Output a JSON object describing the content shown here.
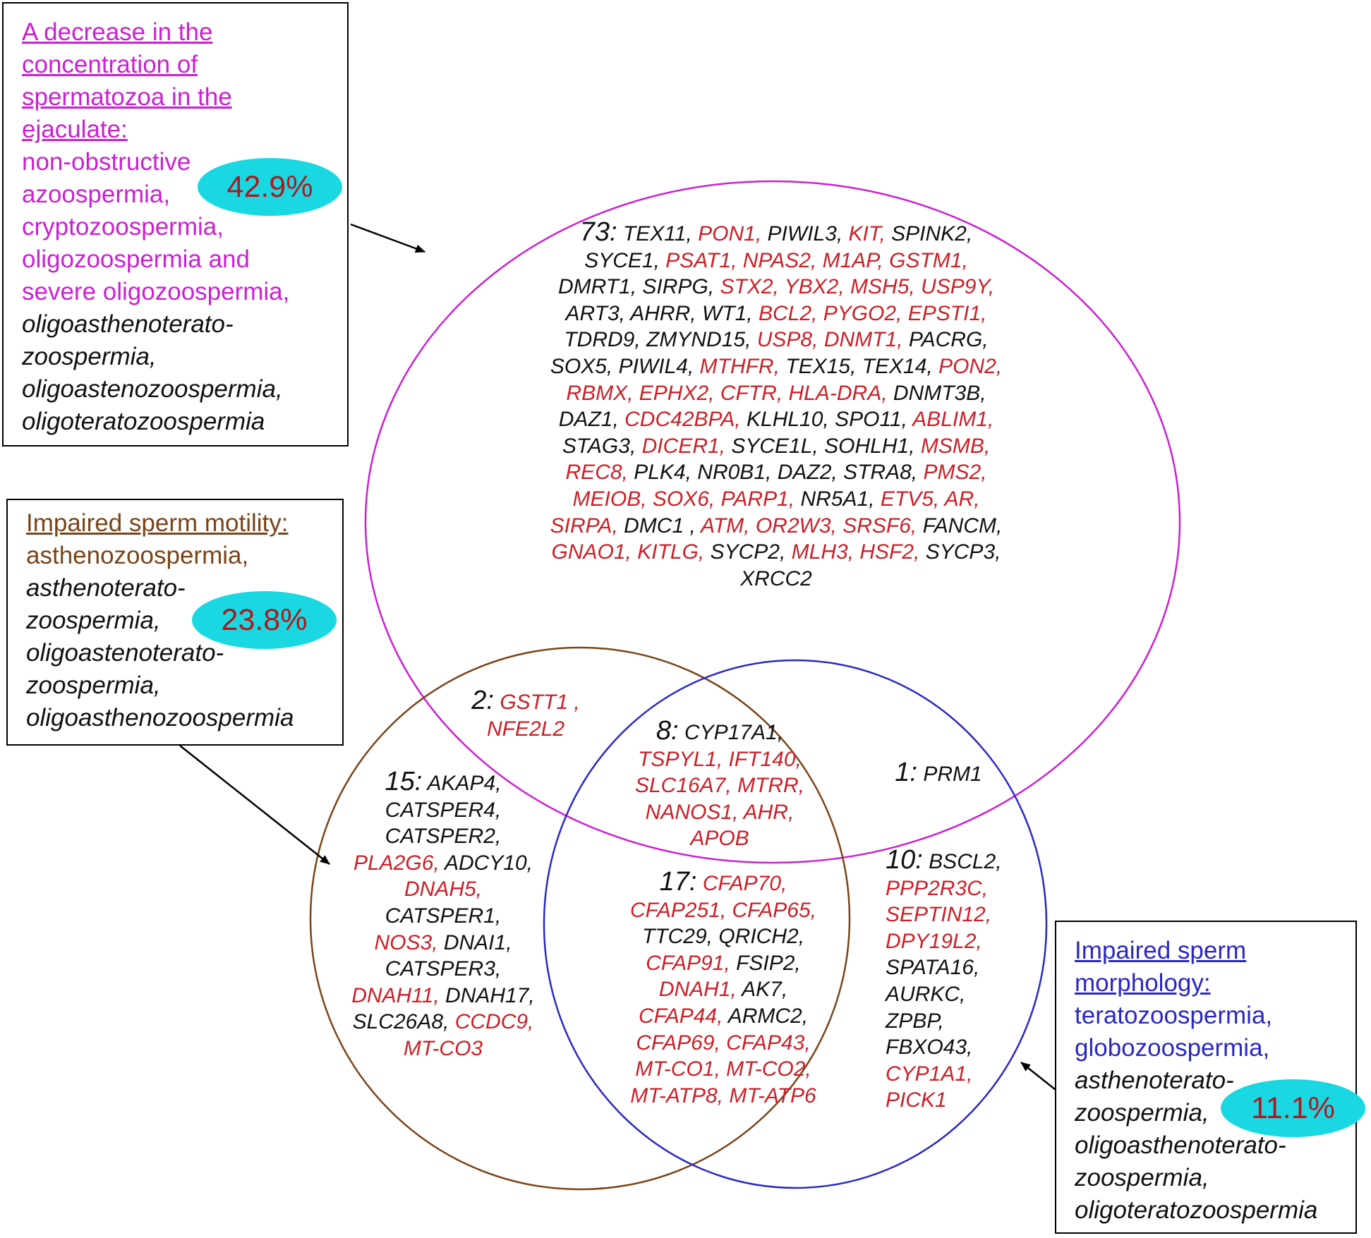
{
  "colors": {
    "magenta": "#cc1fd3",
    "brown": "#7a4418",
    "blue": "#2a28c2",
    "gene_red": "#cc1f27",
    "gene_black": "#111111",
    "badge_fill": "#19d8e2",
    "badge_text": "#b3161d"
  },
  "boxes": {
    "concentration": {
      "lines": [
        {
          "text": "A decrease in the",
          "color": "magenta",
          "italic": false,
          "underline": true
        },
        {
          "text": "concentration of",
          "color": "magenta",
          "italic": false,
          "underline": true
        },
        {
          "text": "spermatozoa in the",
          "color": "magenta",
          "italic": false,
          "underline": true
        },
        {
          "text": "ejaculate:",
          "color": "magenta",
          "italic": false,
          "underline": true
        },
        {
          "text": "non-obstructive",
          "color": "magenta",
          "italic": false,
          "underline": false
        },
        {
          "text": "azoospermia,",
          "color": "magenta",
          "italic": false,
          "underline": false
        },
        {
          "text": "cryptozoospermia,",
          "color": "magenta",
          "italic": false,
          "underline": false
        },
        {
          "text": "oligozoospermia and",
          "color": "magenta",
          "italic": false,
          "underline": false
        },
        {
          "text": "severe oligozoospermia,",
          "color": "magenta",
          "italic": false,
          "underline": false
        },
        {
          "text": "oligoasthenoterato-",
          "color": "black",
          "italic": true,
          "underline": false
        },
        {
          "text": "zoospermia,",
          "color": "black",
          "italic": true,
          "underline": false
        },
        {
          "text": "oligoastenozoospermia,",
          "color": "black",
          "italic": true,
          "underline": false
        },
        {
          "text": "oligoteratozoospermia",
          "color": "black",
          "italic": true,
          "underline": false
        }
      ],
      "percent": "42.9%"
    },
    "motility": {
      "lines": [
        {
          "text": "Impaired  sperm motility:",
          "color": "brown",
          "italic": false,
          "underline": true
        },
        {
          "text": "asthenozoospermia,",
          "color": "brown",
          "italic": false,
          "underline": false
        },
        {
          "text": "asthenoterato-",
          "color": "black",
          "italic": true,
          "underline": false
        },
        {
          "text": "zoospermia,",
          "color": "black",
          "italic": true,
          "underline": false
        },
        {
          "text": "oligoastenoterato-",
          "color": "black",
          "italic": true,
          "underline": false
        },
        {
          "text": "zoospermia,",
          "color": "black",
          "italic": true,
          "underline": false
        },
        {
          "text": "oligoasthenozoospermia",
          "color": "black",
          "italic": true,
          "underline": false
        }
      ],
      "percent": "23.8%"
    },
    "morphology": {
      "lines": [
        {
          "text": "Impaired sperm",
          "color": "blue",
          "italic": false,
          "underline": true
        },
        {
          "text": "morphology:",
          "color": "blue",
          "italic": false,
          "underline": true
        },
        {
          "text": "teratozoospermia,",
          "color": "blue",
          "italic": false,
          "underline": false
        },
        {
          "text": "globozoospermia,",
          "color": "blue",
          "italic": false,
          "underline": false
        },
        {
          "text": "asthenoterato-",
          "color": "black",
          "italic": true,
          "underline": false
        },
        {
          "text": "zoospermia,",
          "color": "black",
          "italic": true,
          "underline": false
        },
        {
          "text": "oligoasthenoterato-",
          "color": "black",
          "italic": true,
          "underline": false
        },
        {
          "text": "zoospermia,",
          "color": "black",
          "italic": true,
          "underline": false
        },
        {
          "text": "oligoteratozoospermia",
          "color": "black",
          "italic": true,
          "underline": false
        }
      ],
      "percent": "11.1%"
    }
  },
  "regions": {
    "concentration_only": {
      "count": "73:",
      "lines": [
        [
          {
            "g": "TEX11,",
            "c": "k"
          },
          {
            "g": "PON1,",
            "c": "r"
          },
          {
            "g": "PIWIL3,",
            "c": "k"
          },
          {
            "g": "KIT,",
            "c": "r"
          },
          {
            "g": "SPINK2,",
            "c": "k"
          }
        ],
        [
          {
            "g": "SYCE1,",
            "c": "k"
          },
          {
            "g": "PSAT1,",
            "c": "r"
          },
          {
            "g": "NPAS2,",
            "c": "r"
          },
          {
            "g": "M1AP,",
            "c": "r"
          },
          {
            "g": "GSTM1,",
            "c": "r"
          }
        ],
        [
          {
            "g": "DMRT1,",
            "c": "k"
          },
          {
            "g": "SIRPG,",
            "c": "k"
          },
          {
            "g": "STX2,",
            "c": "r"
          },
          {
            "g": "YBX2,",
            "c": "r"
          },
          {
            "g": "MSH5,",
            "c": "r"
          },
          {
            "g": "USP9Y,",
            "c": "r"
          }
        ],
        [
          {
            "g": "ART3,",
            "c": "k"
          },
          {
            "g": "AHRR,",
            "c": "k"
          },
          {
            "g": "WT1,",
            "c": "k"
          },
          {
            "g": "BCL2,",
            "c": "r"
          },
          {
            "g": "PYGO2,",
            "c": "r"
          },
          {
            "g": "EPSTI1,",
            "c": "r"
          }
        ],
        [
          {
            "g": "TDRD9,",
            "c": "k"
          },
          {
            "g": "ZMYND15,",
            "c": "k"
          },
          {
            "g": "USP8,",
            "c": "r"
          },
          {
            "g": "DNMT1,",
            "c": "r"
          },
          {
            "g": "PACRG,",
            "c": "k"
          }
        ],
        [
          {
            "g": "SOX5,",
            "c": "k"
          },
          {
            "g": "PIWIL4,",
            "c": "k"
          },
          {
            "g": "MTHFR,",
            "c": "r"
          },
          {
            "g": "TEX15,",
            "c": "k"
          },
          {
            "g": "TEX14,",
            "c": "k"
          },
          {
            "g": "PON2,",
            "c": "r"
          }
        ],
        [
          {
            "g": "RBMX,",
            "c": "r"
          },
          {
            "g": "EPHX2,",
            "c": "r"
          },
          {
            "g": "CFTR,",
            "c": "r"
          },
          {
            "g": "HLA-DRA,",
            "c": "r"
          },
          {
            "g": "DNMT3B,",
            "c": "k"
          }
        ],
        [
          {
            "g": "DAZ1,",
            "c": "k"
          },
          {
            "g": "CDC42BPA,",
            "c": "r"
          },
          {
            "g": "KLHL10,",
            "c": "k"
          },
          {
            "g": "SPO11,",
            "c": "k"
          },
          {
            "g": "ABLIM1,",
            "c": "r"
          }
        ],
        [
          {
            "g": "STAG3,",
            "c": "k"
          },
          {
            "g": "DICER1,",
            "c": "r"
          },
          {
            "g": "SYCE1L,",
            "c": "k"
          },
          {
            "g": "SOHLH1,",
            "c": "k"
          },
          {
            "g": "MSMB,",
            "c": "r"
          }
        ],
        [
          {
            "g": "REC8,",
            "c": "r"
          },
          {
            "g": "PLK4,",
            "c": "k"
          },
          {
            "g": "NR0B1,",
            "c": "k"
          },
          {
            "g": "DAZ2,",
            "c": "k"
          },
          {
            "g": "STRA8,",
            "c": "k"
          },
          {
            "g": "PMS2,",
            "c": "r"
          }
        ],
        [
          {
            "g": "MEIOB,",
            "c": "r"
          },
          {
            "g": "SOX6,",
            "c": "r"
          },
          {
            "g": "PARP1,",
            "c": "r"
          },
          {
            "g": "NR5A1,",
            "c": "k"
          },
          {
            "g": "ETV5,",
            "c": "r"
          },
          {
            "g": "AR,",
            "c": "r"
          }
        ],
        [
          {
            "g": "SIRPA,",
            "c": "r"
          },
          {
            "g": "DMC1 ,",
            "c": "k"
          },
          {
            "g": "ATM,",
            "c": "r"
          },
          {
            "g": "OR2W3,",
            "c": "r"
          },
          {
            "g": "SRSF6,",
            "c": "r"
          },
          {
            "g": "FANCM,",
            "c": "k"
          }
        ],
        [
          {
            "g": "GNAO1,",
            "c": "r"
          },
          {
            "g": "KITLG,",
            "c": "r"
          },
          {
            "g": "SYCP2,",
            "c": "k"
          },
          {
            "g": "MLH3,",
            "c": "r"
          },
          {
            "g": "HSF2,",
            "c": "r"
          },
          {
            "g": "SYCP3,",
            "c": "k"
          }
        ],
        [
          {
            "g": "XRCC2",
            "c": "k"
          }
        ]
      ]
    },
    "conc_motility": {
      "count": "2:",
      "lines": [
        [
          {
            "g": "GSTT1 ,",
            "c": "r"
          }
        ],
        [
          {
            "g": "NFE2L2",
            "c": "r"
          }
        ]
      ]
    },
    "all_three": {
      "count": "8:",
      "lines": [
        [
          {
            "g": "CYP17A1,",
            "c": "k"
          }
        ],
        [
          {
            "g": "TSPYL1,",
            "c": "r"
          },
          {
            "g": "IFT140,",
            "c": "r"
          }
        ],
        [
          {
            "g": "SLC16A7,",
            "c": "r"
          },
          {
            "g": "MTRR,",
            "c": "r"
          }
        ],
        [
          {
            "g": "NANOS1,",
            "c": "r"
          },
          {
            "g": "AHR,",
            "c": "r"
          }
        ],
        [
          {
            "g": "APOB",
            "c": "r"
          }
        ]
      ]
    },
    "conc_morphology": {
      "count": "1:",
      "lines": [
        [
          {
            "g": "PRM1",
            "c": "k"
          }
        ]
      ]
    },
    "motility_only": {
      "count": "15:",
      "lines": [
        [
          {
            "g": "AKAP4,",
            "c": "k"
          }
        ],
        [
          {
            "g": "CATSPER4,",
            "c": "k"
          }
        ],
        [
          {
            "g": "CATSPER2,",
            "c": "k"
          }
        ],
        [
          {
            "g": "PLA2G6,",
            "c": "r"
          },
          {
            "g": "ADCY10,",
            "c": "k"
          }
        ],
        [
          {
            "g": "DNAH5,",
            "c": "r"
          }
        ],
        [
          {
            "g": "CATSPER1,",
            "c": "k"
          }
        ],
        [
          {
            "g": "NOS3,",
            "c": "r"
          },
          {
            "g": "DNAI1,",
            "c": "k"
          }
        ],
        [
          {
            "g": "CATSPER3,",
            "c": "k"
          }
        ],
        [
          {
            "g": "DNAH11,",
            "c": "r"
          },
          {
            "g": "DNAH17,",
            "c": "k"
          }
        ],
        [
          {
            "g": "SLC26A8,",
            "c": "k"
          },
          {
            "g": "CCDC9,",
            "c": "r"
          }
        ],
        [
          {
            "g": "MT-CO3",
            "c": "r"
          }
        ]
      ]
    },
    "motility_morphology": {
      "count": "17:",
      "lines": [
        [
          {
            "g": "CFAP70,",
            "c": "r"
          }
        ],
        [
          {
            "g": "CFAP251,",
            "c": "r"
          },
          {
            "g": "CFAP65,",
            "c": "r"
          }
        ],
        [
          {
            "g": "TTC29,",
            "c": "k"
          },
          {
            "g": "QRICH2,",
            "c": "k"
          }
        ],
        [
          {
            "g": "CFAP91,",
            "c": "r"
          },
          {
            "g": "FSIP2,",
            "c": "k"
          }
        ],
        [
          {
            "g": "DNAH1,",
            "c": "r"
          },
          {
            "g": "AK7,",
            "c": "k"
          }
        ],
        [
          {
            "g": "CFAP44,",
            "c": "r"
          },
          {
            "g": "ARMC2,",
            "c": "k"
          }
        ],
        [
          {
            "g": "CFAP69,",
            "c": "r"
          },
          {
            "g": "CFAP43,",
            "c": "r"
          }
        ],
        [
          {
            "g": "MT-CO1,",
            "c": "r"
          },
          {
            "g": "MT-CO2,",
            "c": "r"
          }
        ],
        [
          {
            "g": "MT-ATP8,",
            "c": "r"
          },
          {
            "g": "MT-ATP6",
            "c": "r"
          }
        ]
      ]
    },
    "morphology_only": {
      "count": "10:",
      "lines": [
        [
          {
            "g": "BSCL2,",
            "c": "k"
          }
        ],
        [
          {
            "g": "PPP2R3C,",
            "c": "r"
          }
        ],
        [
          {
            "g": "SEPTIN12,",
            "c": "r"
          }
        ],
        [
          {
            "g": "DPY19L2,",
            "c": "r"
          }
        ],
        [
          {
            "g": "SPATA16,",
            "c": "k"
          }
        ],
        [
          {
            "g": "AURKC,",
            "c": "k"
          }
        ],
        [
          {
            "g": "ZPBP,",
            "c": "k"
          }
        ],
        [
          {
            "g": "FBXO43,",
            "c": "k"
          }
        ],
        [
          {
            "g": "CYP1A1,",
            "c": "r"
          }
        ],
        [
          {
            "g": "PICK1",
            "c": "r"
          }
        ]
      ]
    }
  }
}
